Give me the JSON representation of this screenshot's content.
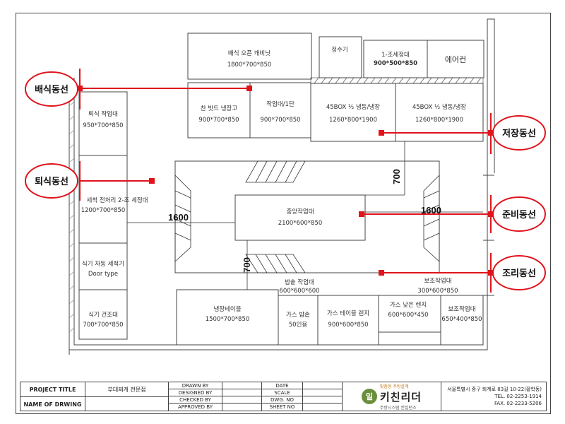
{
  "equipment": {
    "open_cabinet": {
      "name": "배식 오픈 캐비닛",
      "size": "1800*700*850"
    },
    "water_purifier": {
      "name": "정수기"
    },
    "sink_1": {
      "name": "1-조세정대",
      "size": "900*500*850"
    },
    "aircon": {
      "name": "에어컨"
    },
    "side_fridge": {
      "name": "찬 밧드 냉장고",
      "size": "900*700*850"
    },
    "worktable_1": {
      "name": "작업대/1단",
      "size": "900*700*850"
    },
    "freezer_1": {
      "name": "45BOX ½ 냉동/냉장",
      "size": "1260*800*1900"
    },
    "freezer_2": {
      "name": "45BOX ½ 냉동/냉장",
      "size": "1260*800*1900"
    },
    "return_table": {
      "name": "퇴식 작업대",
      "size": "950*700*850"
    },
    "prewash_sink": {
      "name": "세척 전처리 2-조 세정대",
      "size": "1200*700*850"
    },
    "dishwasher": {
      "name": "식기 자동 세척기",
      "size": "Door type"
    },
    "dryer": {
      "name": "식기 건조대",
      "size": "700*700*850"
    },
    "center_table": {
      "name": "중앙작업대",
      "size": "2100*600*850"
    },
    "rice_table": {
      "name": "밥솥 작업대",
      "size": "600*600*600"
    },
    "aux_table_1": {
      "name": "보조작업대",
      "size": "300*600*850"
    },
    "fridge_table": {
      "name": "냉장테이블",
      "size": "1500*700*850"
    },
    "rice_cooker": {
      "name": "가스 밥솥",
      "size": "50인용"
    },
    "griddle": {
      "name": "가스 테이블 렌지",
      "size": "900*600*850"
    },
    "low_range": {
      "name": "가스 낮은 렌지",
      "size": "600*600*450"
    },
    "aux_table_2": {
      "name": "보조작업대",
      "size": "650*400*850"
    }
  },
  "dimensions": {
    "left_aisle": "1600",
    "right_aisle": "1600",
    "top_aisle": "700",
    "bottom_aisle": "700"
  },
  "flows": {
    "serving": "배식동선",
    "return": "퇴식동선",
    "storage": "저장동선",
    "prep": "준비동선",
    "cooking": "조리동선"
  },
  "flow_color": "#e0141c",
  "title_block": {
    "project_title_label": "PROJECT TITLE",
    "project_title_value": "부대찌개 전문점",
    "drawing_name_label": "NAME OF DRWING",
    "drawn_by": "DRAWN BY",
    "designed_by": "DESIGNED BY",
    "checked_by": "CHECKED BY",
    "approved_by": "APPROVED BY",
    "date": "DATE",
    "scale": "SCALE",
    "dwg_no": "DWG. NO",
    "sheet_no": "SHEET NO",
    "logo_badge": "일",
    "logo_tagline": "맞춤형 주방설계",
    "logo_main": "키친리더",
    "logo_sub": "주방시스템 컨설턴소",
    "address": "서울특별시 중구 퇴계로 83길 10-22(황학동)",
    "tel": "TEL. 02-2253-1914",
    "fax": "FAX. 02-2233-5206"
  }
}
